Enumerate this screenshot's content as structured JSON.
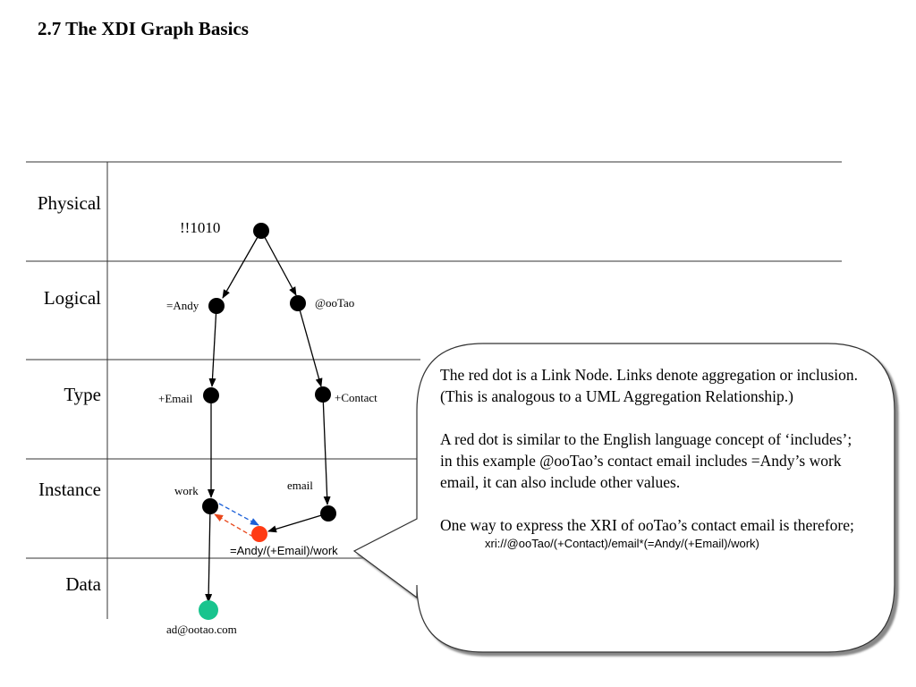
{
  "slide": {
    "title": "2.7 The XDI Graph Basics"
  },
  "rows": [
    "Physical",
    "Logical",
    "Type",
    "Instance",
    "Data"
  ],
  "nodes": {
    "root": "!!1010",
    "andy": "=Andy",
    "ootao": "@ooTao",
    "email_type": "+Email",
    "contact_type": "+Contact",
    "work": "work",
    "email": "email",
    "link": "=Andy/(+Email)/work",
    "data": "ad@ootao.com"
  },
  "colors": {
    "node": "#000000",
    "link_node": "#ff3b14",
    "data_node": "#19c48e",
    "blue_arrow": "#1a5fd8",
    "red_arrow": "#e8461a"
  },
  "callout": {
    "p1": "The red dot is a Link Node. Links denote aggregation or inclusion. (This is analogous to a UML Aggregation Relationship.)",
    "p2": "A red dot is similar to the English language concept of ‘includes’; in this example @ooTao’s contact email includes =Andy’s work email, it can also include other values.",
    "p3": "One way to express the XRI of ooTao’s contact email is therefore;",
    "xri": "xri://@ooTao/(+Contact)/email*(=Andy/(+Email)/work)"
  }
}
